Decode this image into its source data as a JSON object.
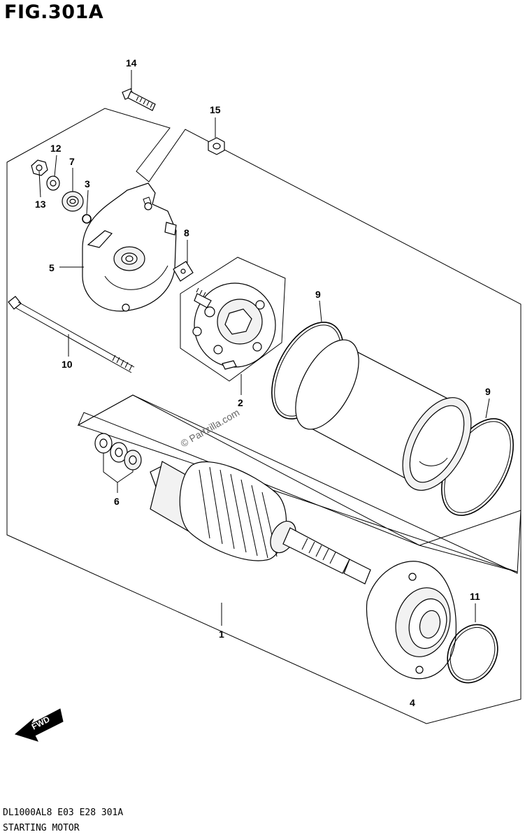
{
  "figure": {
    "title": "FIG.301A",
    "footer_code": "DL1000AL8  E03  E28  301A",
    "footer_name": "STARTING MOTOR",
    "watermark": "© Partzilla.com",
    "fwd_label": "FWD"
  },
  "callouts": {
    "c1": "1",
    "c2": "2",
    "c3": "3",
    "c4": "4",
    "c5": "5",
    "c6": "6",
    "c7": "7",
    "c8": "8",
    "c9a": "9",
    "c9b": "9",
    "c10": "10",
    "c11": "11",
    "c12": "12",
    "c13": "13",
    "c14": "14",
    "c15": "15"
  }
}
